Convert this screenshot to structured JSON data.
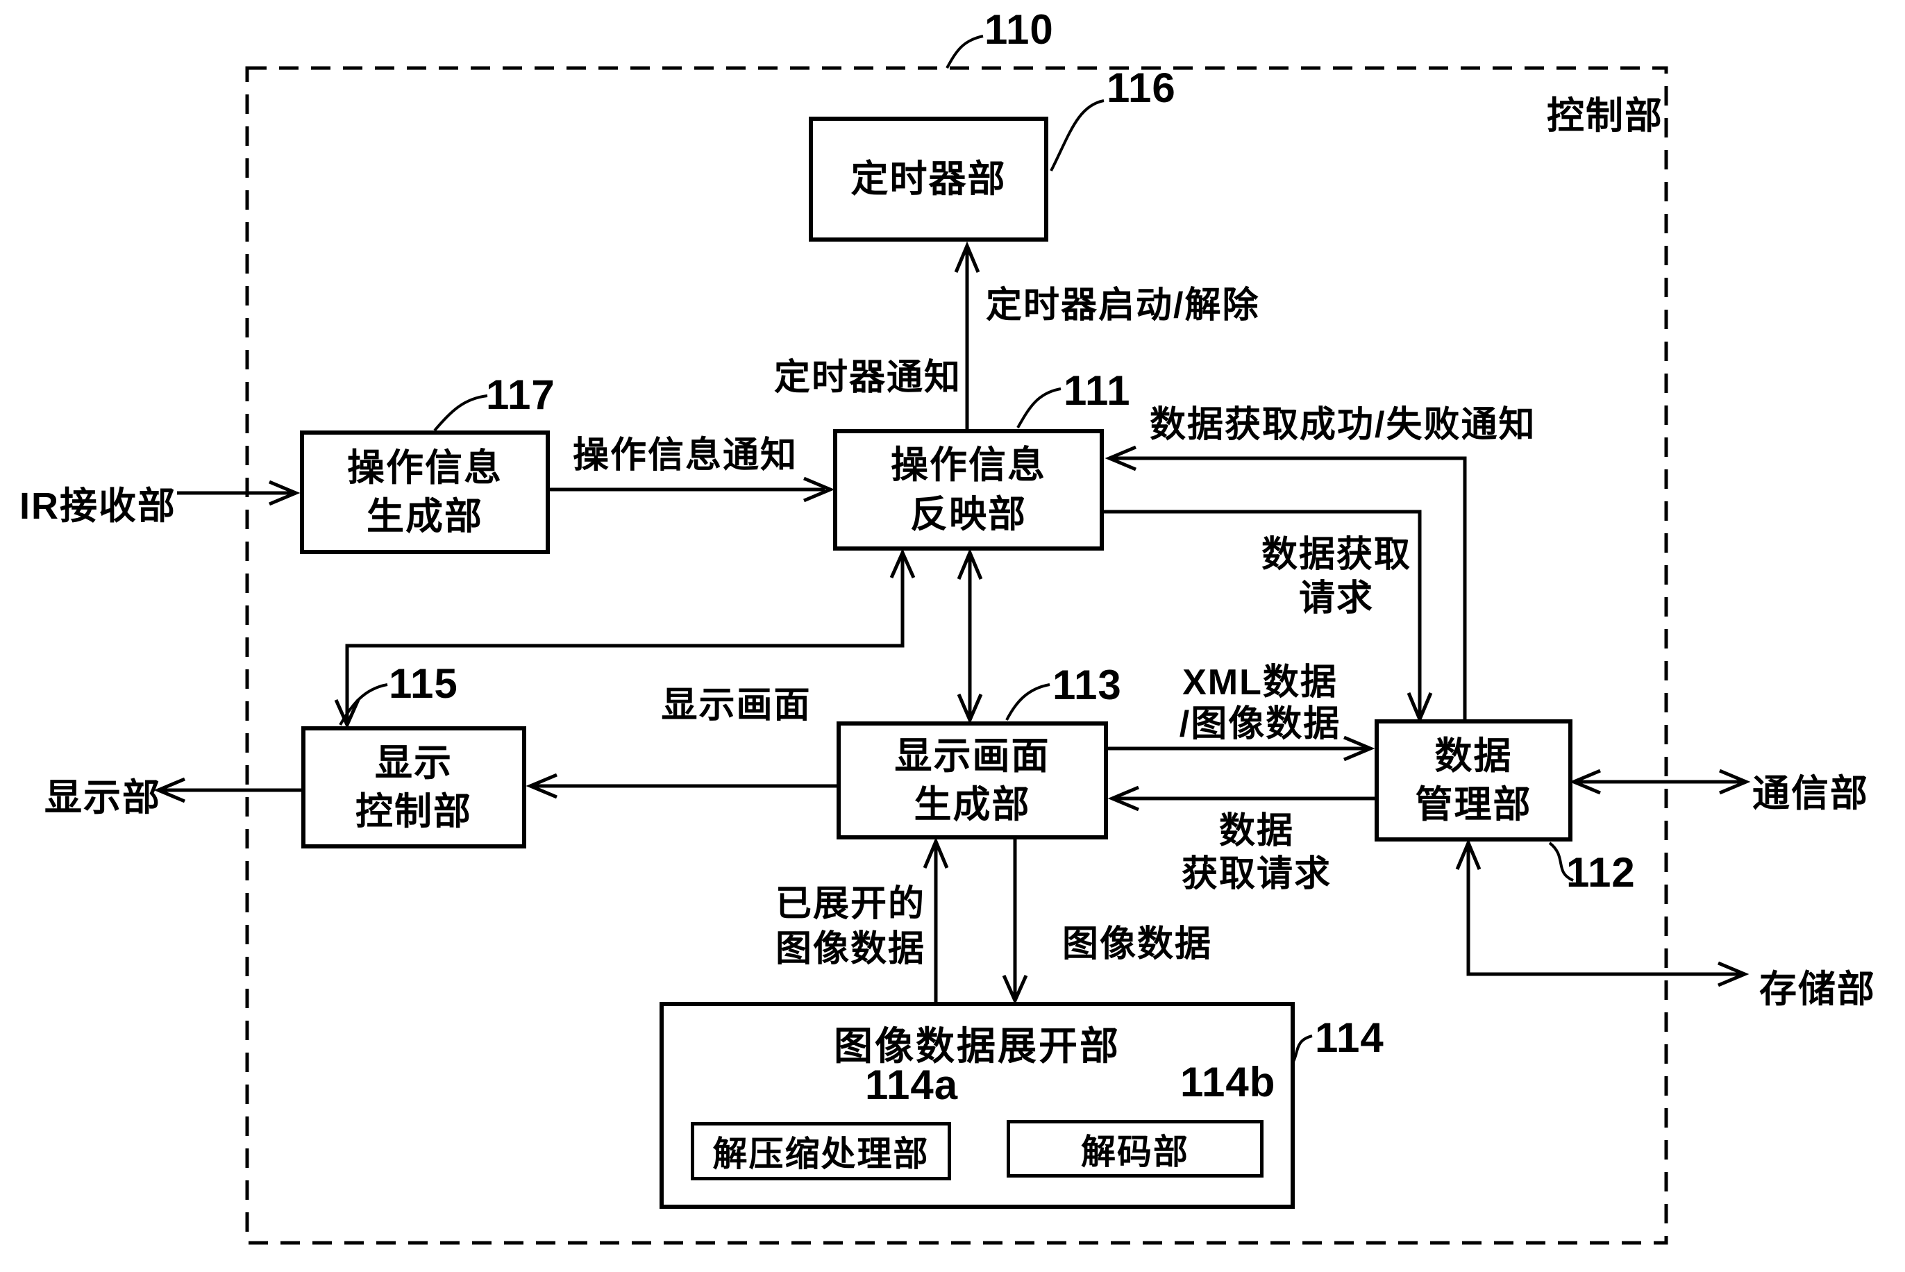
{
  "diagram": {
    "figure_ref": "110",
    "container_label": "控制部",
    "blocks": {
      "timer": {
        "ref": "116",
        "lines": [
          "定时器部"
        ]
      },
      "op_gen": {
        "ref": "117",
        "lines": [
          "操作信息",
          "生成部"
        ]
      },
      "op_reflect": {
        "ref": "111",
        "lines": [
          "操作信息",
          "反映部"
        ]
      },
      "display_ctrl": {
        "ref": "115",
        "lines": [
          "显示",
          "控制部"
        ]
      },
      "screen_gen": {
        "ref": "113",
        "lines": [
          "显示画面",
          "生成部"
        ]
      },
      "data_mgmt": {
        "ref": "112",
        "lines": [
          "数据",
          "管理部"
        ]
      },
      "img_expand": {
        "ref": "114",
        "title": "图像数据展开部"
      },
      "decompress": {
        "ref": "114a",
        "label": "解压缩处理部"
      },
      "decoder": {
        "ref": "114b",
        "label": "解码部"
      }
    },
    "externals": {
      "ir": "IR接收部",
      "display": "显示部",
      "comm": "通信部",
      "storage": "存储部"
    },
    "edge_labels": {
      "timer_start": "定时器启动/解除",
      "timer_notify": "定时器通知",
      "op_notify": "操作信息通知",
      "fetch_result": "数据获取成功/失败通知",
      "fetch_req_lines": [
        "数据获取",
        "请求"
      ],
      "xml_lines": [
        "XML数据",
        "/图像数据"
      ],
      "fetch_req2_lines": [
        "数据",
        "获取请求"
      ],
      "screen": "显示画面",
      "expanded_lines": [
        "已展开的",
        "图像数据"
      ],
      "image_data": "图像数据"
    },
    "colors": {
      "ink": "#000000",
      "paper": "#ffffff"
    }
  }
}
